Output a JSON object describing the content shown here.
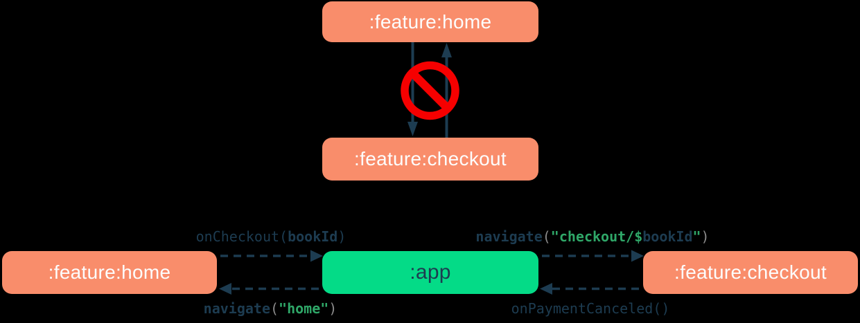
{
  "colors": {
    "background": "#000000",
    "module_box": "#F98D6B",
    "app_box": "#04DB87",
    "arrow_navy": "#1D3C51",
    "code_navy": "#1D3C51",
    "code_green": "#2FA768",
    "code_gray": "#8B8B8B",
    "forbidden_red": "#F60000",
    "box_text_light": "#FDFDFD"
  },
  "top_diagram": {
    "description": "forbidden direct dependency between feature modules",
    "home_box_label": ":feature:home",
    "checkout_box_label": ":feature:checkout",
    "forbidden_icon": "no-entry-icon"
  },
  "bottom_diagram": {
    "description": "feature modules communicate through the app module",
    "home_box_label": ":feature:home",
    "app_box_label": ":app",
    "checkout_box_label": ":feature:checkout",
    "labels": {
      "on_checkout": [
        {
          "text": "onCheckout(",
          "style": "navy"
        },
        {
          "text": "bookId",
          "style": "navy-bold"
        },
        {
          "text": ")",
          "style": "navy"
        }
      ],
      "navigate_home": [
        {
          "text": "navigate",
          "style": "navy-bold"
        },
        {
          "text": "(",
          "style": "gray"
        },
        {
          "text": "\"home\"",
          "style": "green-bold"
        },
        {
          "text": ")",
          "style": "gray"
        }
      ],
      "navigate_checkout": [
        {
          "text": "navigate",
          "style": "navy-bold"
        },
        {
          "text": "(",
          "style": "gray"
        },
        {
          "text": "\"checkout/",
          "style": "green-bold"
        },
        {
          "text": "$",
          "style": "green-bold"
        },
        {
          "text": "bookId",
          "style": "navy-bold"
        },
        {
          "text": "\"",
          "style": "green-bold"
        },
        {
          "text": ")",
          "style": "gray"
        }
      ],
      "on_payment_canceled": [
        {
          "text": "onPaymentCanceled()",
          "style": "navy"
        }
      ]
    }
  }
}
